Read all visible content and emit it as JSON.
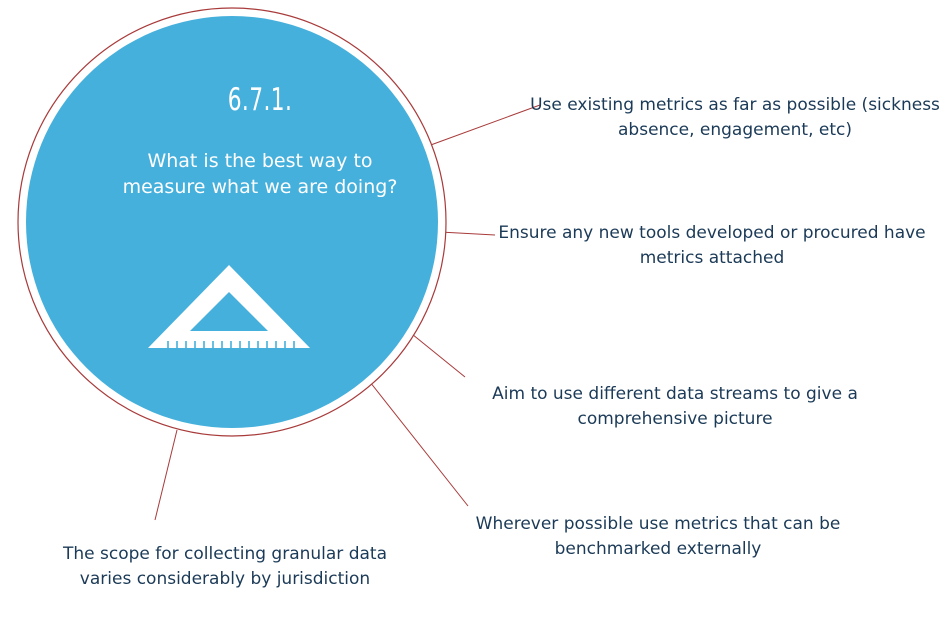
{
  "center": {
    "number": "6.7.1.",
    "question": "What is the best way to measure what we are doing?",
    "icon": "set-square-ruler-icon"
  },
  "points": [
    {
      "text": "Use existing metrics as far as possible (sickness absence, engagement, etc)"
    },
    {
      "text": "Ensure any new tools developed or procured have metrics attached"
    },
    {
      "text": "Aim to use different data streams to give a comprehensive picture"
    },
    {
      "text": "Wherever possible use metrics that can be benchmarked externally"
    },
    {
      "text": "The scope for collecting granular data varies considerably by jurisdiction"
    }
  ],
  "colors": {
    "circle_fill": "#45b0dc",
    "outline": "#a83a3a",
    "text": "#1b3a57"
  }
}
